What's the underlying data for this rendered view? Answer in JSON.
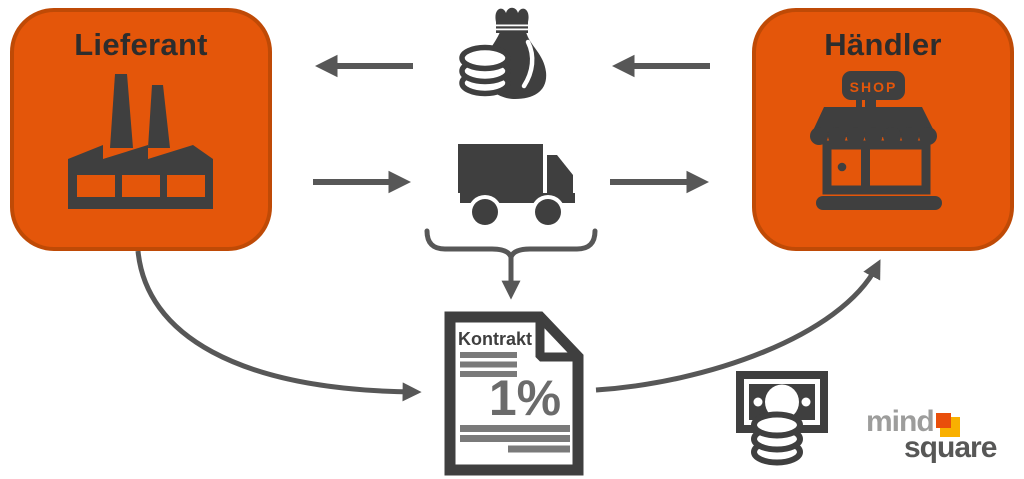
{
  "theme": {
    "colors": {
      "accent": "#e4560a",
      "accent-border": "#bf4a06",
      "icon": "#3f3f3f",
      "arrow": "#575757",
      "label": "#2d2d2d",
      "doc-line": "#7a7a7a",
      "doc-number": "#6b6b6b",
      "logo-light": "#9d9d9c",
      "logo-dark": "#575756",
      "logo-orange": "#e94f0b",
      "logo-amber": "#f9b000",
      "background": "#ffffff"
    }
  },
  "nodes": {
    "supplier": {
      "label": "Lieferant"
    },
    "retailer": {
      "label": "Händler",
      "sign_text": "SHOP"
    },
    "contract": {
      "title": "Kontrakt",
      "value": "1%"
    }
  },
  "logo": {
    "word_top": "mind",
    "word_bottom": "square"
  }
}
